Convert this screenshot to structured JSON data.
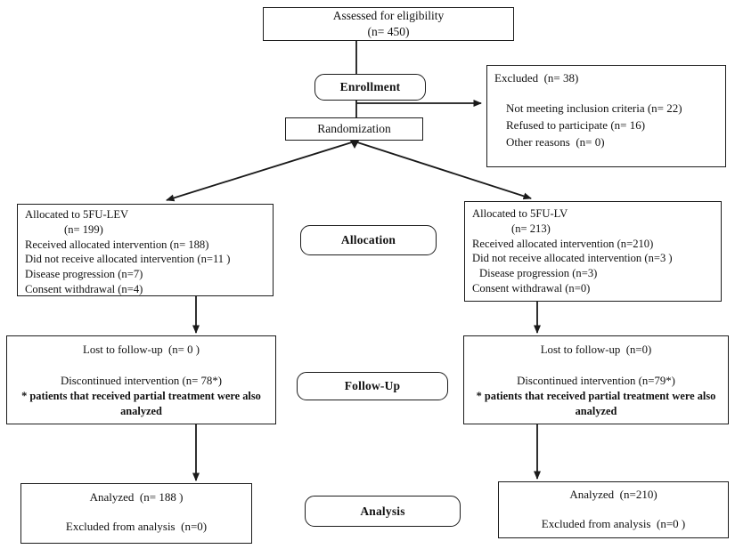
{
  "meta": {
    "background": "#ffffff",
    "line_color": "#1a1a1a"
  },
  "flow": {
    "assessed": {
      "line1": "Assessed for eligibility",
      "line2": "(n= 450)"
    },
    "enrollment_label": "Enrollment",
    "excluded": {
      "title": "Excluded  (n= 38)",
      "items": [
        "Not meeting inclusion criteria (n= 22)",
        "Refused to participate (n= 16)",
        "Other reasons  (n= 0)"
      ]
    },
    "randomization_label": "Randomization",
    "stage_labels": {
      "allocation": "Allocation",
      "followup": "Follow-Up",
      "analysis": "Analysis"
    },
    "left": {
      "allocated_lines": [
        "Allocated to 5FU-LEV",
        "(n= 199)",
        "Received allocated intervention (n= 188)",
        "Did not receive allocated intervention (n=11 )",
        "Disease progression (n=7)",
        "Consent withdrawal (n=4)"
      ],
      "lost": "Lost to follow-up  (n= 0 )",
      "discontinued": "Discontinued intervention (n= 78*)",
      "footnote": "* patients that received partial treatment were also analyzed",
      "analyzed": "Analyzed  (n= 188 )",
      "excluded_from_analysis": "Excluded from analysis  (n=0)"
    },
    "right": {
      "allocated_lines": [
        "Allocated to 5FU-LV",
        "(n= 213)",
        "Received allocated intervention (n=210)",
        "Did not receive allocated intervention (n=3 )",
        "Disease progression (n=3)",
        "Consent withdrawal (n=0)"
      ],
      "lost": "Lost to follow-up  (n=0)",
      "discontinued": "Discontinued intervention (n=79*)",
      "footnote": "* patients that received partial treatment were also analyzed",
      "analyzed": "Analyzed  (n=210)",
      "excluded_from_analysis": "Excluded from analysis  (n=0 )"
    }
  }
}
